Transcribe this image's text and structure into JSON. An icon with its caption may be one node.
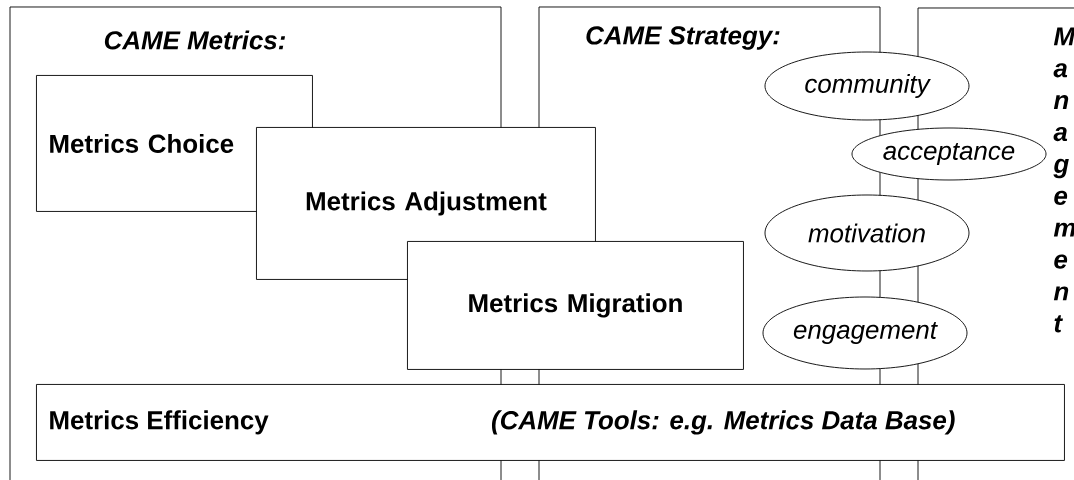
{
  "diagram": {
    "nodes": [
      {
        "text": [
          "CAME Metrics:"
        ]
      },
      {
        "text": [
          "CAME Strategy:"
        ]
      },
      {
        "text": [
          "Management"
        ]
      },
      {
        "text": [
          "Metrics Choice"
        ],
        "in": 0
      },
      {
        "text": [
          "Metrics Adjustment"
        ]
      },
      {
        "text": [
          "Metrics Migration"
        ]
      },
      {
        "text": [
          "community"
        ]
      },
      {
        "text": [
          "acceptance"
        ]
      },
      {
        "text": [
          "motivation"
        ]
      },
      {
        "text": [
          "engagement"
        ]
      },
      {
        "text": [
          "Metrics Efficiency",
          "(CAME Tools: e.g. Metrics Data Base)"
        ]
      }
    ]
  }
}
